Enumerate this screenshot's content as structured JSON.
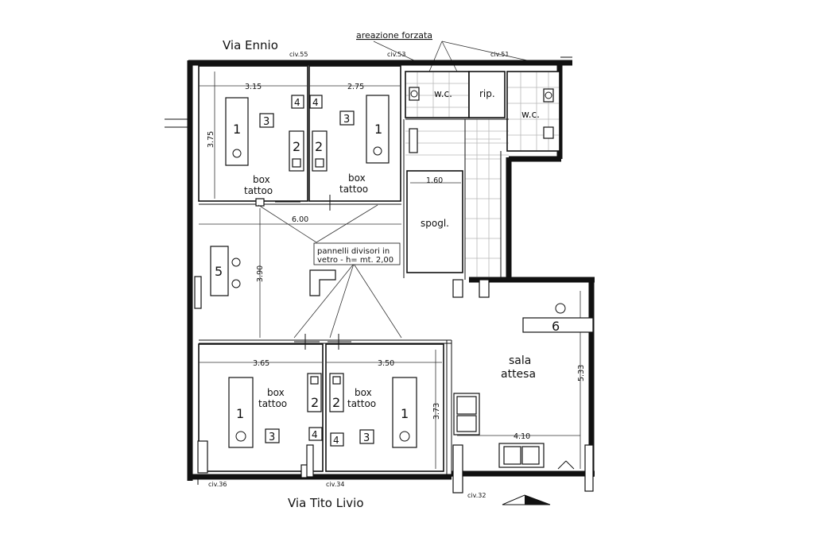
{
  "streets": {
    "north": "Via Ennio",
    "south": "Via Tito Livio"
  },
  "civics": {
    "c55": "civ.55",
    "c53": "civ.53",
    "c51": "civ.51",
    "c36": "civ.36",
    "c34": "civ.34",
    "c32": "civ.32"
  },
  "note_ventilation": "areazione forzata",
  "note_panels": [
    "pannelli divisori in",
    "vetro - h= mt. 2,00"
  ],
  "rooms": {
    "wc": "w.c.",
    "rip": "rip.",
    "spogl": "spogl.",
    "box_word": "box",
    "tattoo_word": "tattoo",
    "sala": "sala",
    "attesa": "attesa"
  },
  "dimensions": {
    "d315": "3.15",
    "d275": "2.75",
    "d375": "3.75",
    "d160": "1.60",
    "d600": "6.00",
    "d390": "3.90",
    "d365": "3.65",
    "d350": "3.50",
    "d373": "3.73",
    "d533": "5.33",
    "d410": "4.10"
  },
  "furniture_numbers": {
    "n1": "1",
    "n2": "2",
    "n3": "3",
    "n4": "4",
    "n5": "5",
    "n6": "6"
  }
}
